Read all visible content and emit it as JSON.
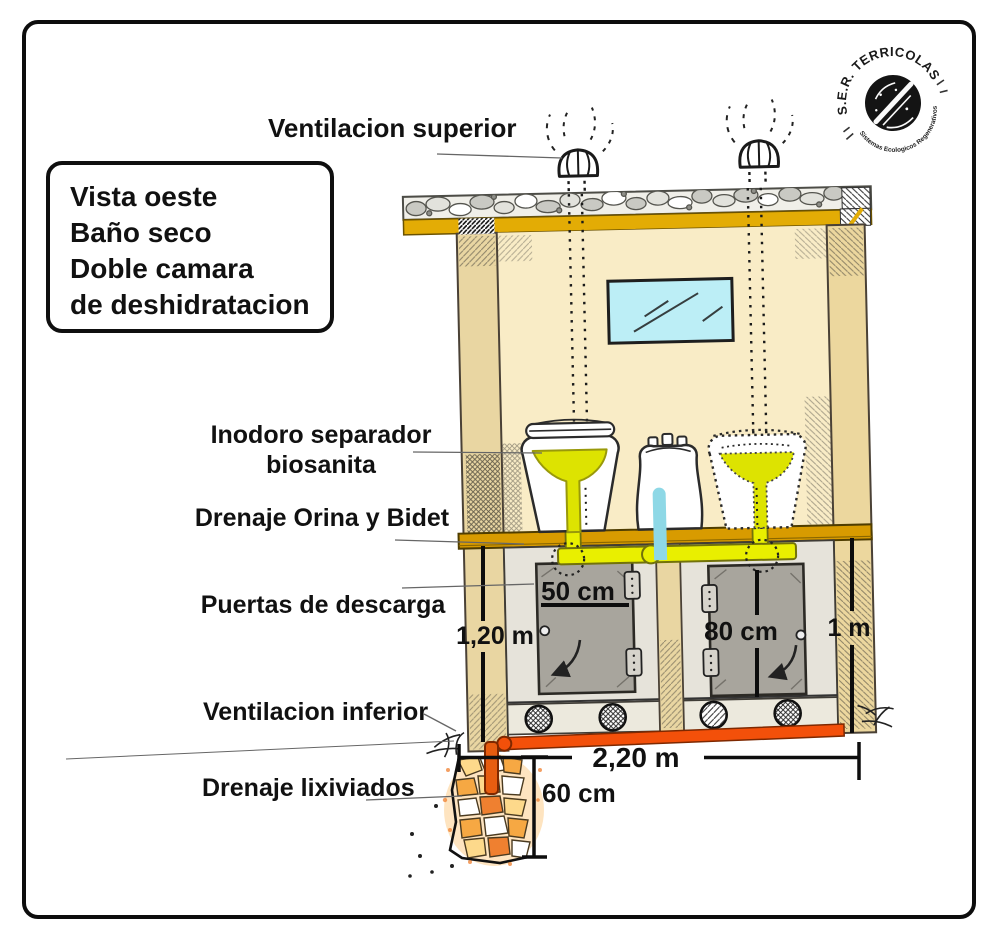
{
  "diagram": {
    "title_box": {
      "lines": [
        "Vista oeste",
        "Baño seco",
        "Doble camara",
        "de deshidratacion"
      ]
    },
    "labels": {
      "ventilacion_superior": "Ventilacion superior",
      "inodoro_line1": "Inodoro separador",
      "inodoro_line2": "biosanita",
      "drenaje_orina": "Drenaje Orina y Bidet",
      "puertas_descarga": "Puertas de descarga",
      "ventilacion_inferior": "Ventilacion inferior",
      "drenaje_lixiviados": "Drenaje lixiviados"
    },
    "measurements": {
      "door_left_width": "50 cm",
      "door_right_height": "80 cm",
      "left_height": "1,20 m",
      "right_height": "1 m",
      "total_width": "2,20 m",
      "pit_depth": "60 cm"
    },
    "logo": {
      "arc_top": "S.E.R. TERRICOLAS",
      "arc_bottom": "Sistemas Ecologicos Regenerativos"
    },
    "colors": {
      "wall_cream": "#f9ecc6",
      "post_tan": "#e9d6a2",
      "roof_yellow": "#e3ac05",
      "floor_amber": "#d89b00",
      "pipe_yellow": "#e9ef00",
      "urine_yellow": "#dde301",
      "water_cyan": "#8ed8e6",
      "window_blue": "#bceef6",
      "chamber_gray": "#e6e3da",
      "door_gray": "#a8a59d",
      "drain_orange": "#f3500a",
      "stone_orange": "#f6a843"
    }
  }
}
